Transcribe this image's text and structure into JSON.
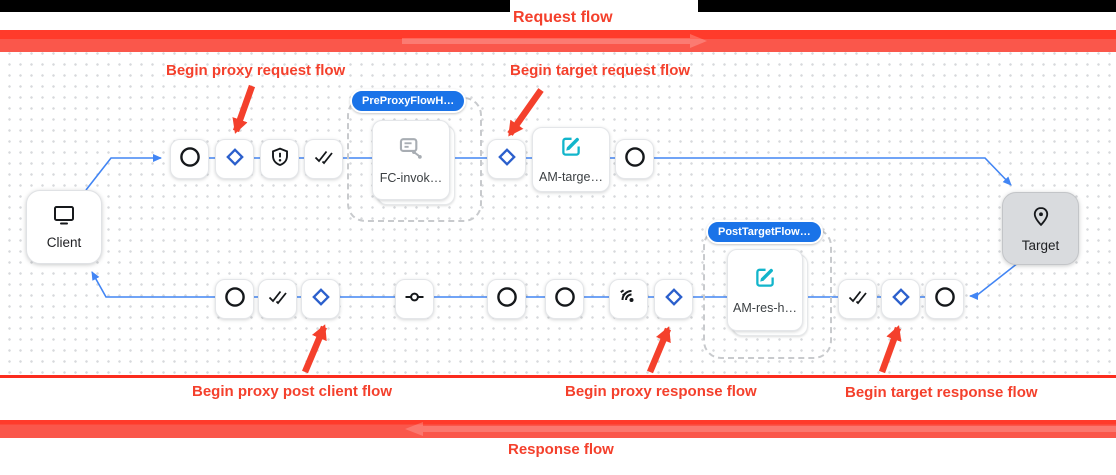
{
  "titles": {
    "request_flow": "Request flow",
    "response_flow": "Response flow"
  },
  "callouts": {
    "begin_proxy_request": "Begin proxy request flow",
    "begin_target_request": "Begin target request flow",
    "begin_proxy_post_client": "Begin proxy post client flow",
    "begin_proxy_response": "Begin proxy response flow",
    "begin_target_response": "Begin target response flow"
  },
  "diagram": {
    "client_label": "Client",
    "target_label": "Target",
    "flow_hooks": {
      "pre": {
        "badge": "PreProxyFlowH…",
        "policy": "FC-invok…"
      },
      "post": {
        "badge": "PostTargetFlow…",
        "policy": "AM-res-h…"
      }
    },
    "policies": {
      "target_request": "AM-targe…"
    },
    "flows": {
      "request_steps": [
        "start-circle",
        "flow-diamond",
        "security-shield",
        "done-all-check",
        "flow-callout-card",
        "flow-diamond",
        "assign-message-card",
        "end-circle"
      ],
      "response_steps": [
        "end-circle",
        "done-all-check",
        "flow-diamond",
        "join-connector",
        "circle",
        "circle",
        "signal-waves",
        "flow-diamond",
        "assign-message-card",
        "done-all-check",
        "flow-diamond",
        "start-circle"
      ]
    }
  },
  "icons": {
    "monitor-icon": "client desktop monitor outline",
    "place-pin-icon": "target location pin",
    "circle-icon": "flow state ring",
    "diamond-icon": "conditional flow diamond",
    "shield-icon": "security shield with exclamation",
    "done-all-icon": "double checkmark",
    "join-icon": "line with middle circle connector",
    "signal-waves-icon": "radiating signal waves with dot"
  },
  "colors": {
    "annotation_red": "#f4402c",
    "band_red_dark": "#ff3b2b",
    "band_red_light": "#fa574b",
    "flow_blue": "#4285f4",
    "diamond_blue": "#2b5fcc",
    "badge_blue": "#1a73e8",
    "policy_teal": "#12b5cb",
    "icon_black": "#17191c",
    "target_gray": "#d9dbde"
  }
}
